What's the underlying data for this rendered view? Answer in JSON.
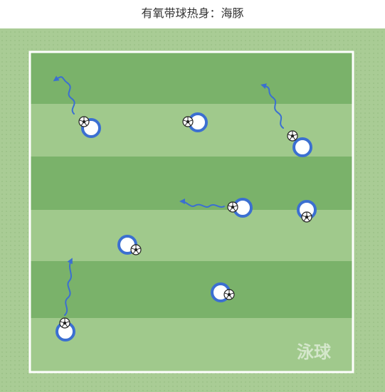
{
  "title": "有氧带球热身：海豚",
  "watermark": "泳球",
  "colors": {
    "outer_grass": "#a9cc95",
    "dark_stripe": "#7ab26a",
    "light_stripe": "#a0c98c",
    "boundary": "#ffffff",
    "player_ring": "#3b6fd1",
    "dribble_path": "#3b6fd1"
  },
  "players": [
    {
      "id": "p1",
      "has_ball": true,
      "ball_side": "upper-left",
      "dribble": "up-left"
    },
    {
      "id": "p2",
      "has_ball": true,
      "ball_side": "left",
      "dribble": "none"
    },
    {
      "id": "p3",
      "has_ball": true,
      "ball_side": "upper-left",
      "dribble": "up-left"
    },
    {
      "id": "p4",
      "has_ball": true,
      "ball_side": "left",
      "dribble": "left"
    },
    {
      "id": "p5",
      "has_ball": true,
      "ball_side": "below",
      "dribble": "none"
    },
    {
      "id": "p6",
      "has_ball": true,
      "ball_side": "lower-right",
      "dribble": "none"
    },
    {
      "id": "p7",
      "has_ball": true,
      "ball_side": "right",
      "dribble": "none"
    },
    {
      "id": "p8",
      "has_ball": true,
      "ball_side": "upper-left",
      "dribble": "up"
    }
  ]
}
